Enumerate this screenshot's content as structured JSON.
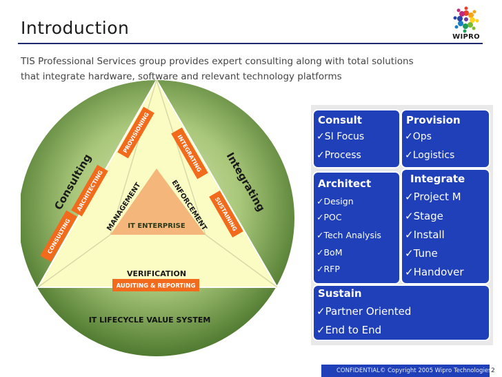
{
  "slide": {
    "title": "Introduction",
    "logo_text": "WIPRO",
    "intro_lines": [
      "TIS Professional Services group provides expert consulting  along with  total solutions",
      "that integrate hardware, software and  relevant technology platforms"
    ],
    "footer": "CONFIDENTIAL© Copyright 2005 Wipro Technologies",
    "page_number": "2"
  },
  "diagram": {
    "outer_left": "Consulting",
    "outer_right": "Integrating",
    "consulting": "CONSULTING",
    "architecting": "ARCHITECTING",
    "provisioning": "PROVISIONING",
    "integrating": "INTEGRATING",
    "sustaining": "SUSTAINING",
    "management": "MANAGEMENT",
    "enforcement": "ENFORCEMENT",
    "center": "IT ENTERPRISE",
    "verification": "VERIFICATION",
    "auditing": "AUDITING & REPORTING",
    "lifecycle": "IT LIFECYCLE VALUE SYSTEM"
  },
  "boxes": {
    "consult": {
      "title": "Consult",
      "items": [
        "✓SI Focus",
        "✓Process"
      ]
    },
    "provision": {
      "title": "Provision",
      "items": [
        "✓Ops",
        "✓Logistics"
      ]
    },
    "architect": {
      "title": "Architect",
      "items": [
        "✓Design",
        "✓POC",
        "✓Tech Analysis",
        "✓BoM",
        "✓RFP"
      ]
    },
    "integrate": {
      "title": "Integrate",
      "items": [
        "✓Project M",
        "✓Stage",
        "✓Install",
        "✓Tune",
        "✓Handover"
      ]
    },
    "sustain": {
      "title": "Sustain",
      "items": [
        "✓Partner Oriented",
        "✓End to End"
      ]
    }
  },
  "colors": {
    "box_blue": "#1f40b8",
    "triangle_fill": "#fbfcc4",
    "band_orange": "#f26a1c",
    "circle_green": "#4f7a30",
    "inner_triangle": "#f4b67a"
  }
}
